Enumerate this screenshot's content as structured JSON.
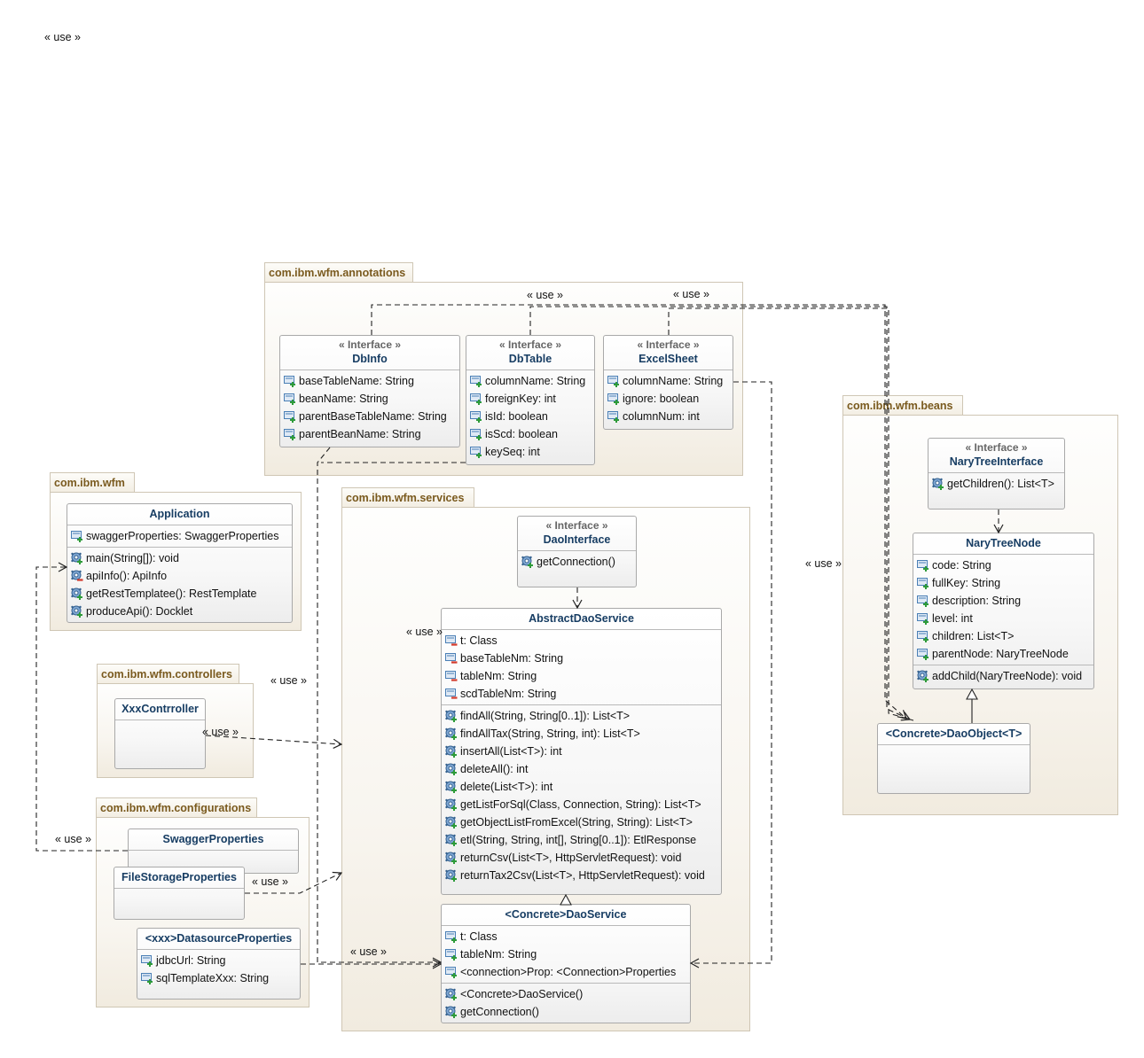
{
  "top_label": "« use »",
  "packages": {
    "annotations": "com.ibm.wfm.annotations",
    "wfm": "com.ibm.wfm",
    "controllers": "com.ibm.wfm.controllers",
    "configurations": "com.ibm.wfm.configurations",
    "services": "com.ibm.wfm.services",
    "beans": "com.ibm.wfm.beans"
  },
  "classes": {
    "dbinfo": {
      "stereotype": "« Interface »",
      "name": "DbInfo",
      "attributes": [
        "baseTableName: String",
        "beanName: String",
        "parentBaseTableName: String",
        "parentBeanName: String"
      ]
    },
    "dbtable": {
      "stereotype": "« Interface »",
      "name": "DbTable",
      "attributes": [
        "columnName: String",
        "foreignKey: int",
        "isId: boolean",
        "isScd: boolean",
        "keySeq: int"
      ]
    },
    "excelsheet": {
      "stereotype": "« Interface »",
      "name": "ExcelSheet",
      "attributes": [
        "columnName: String",
        "ignore: boolean",
        "columnNum: int"
      ]
    },
    "application": {
      "name": "Application",
      "attributes": [
        "swaggerProperties: SwaggerProperties"
      ],
      "operations": [
        "main(String[]): void",
        "apiInfo(): ApiInfo",
        "getRestTemplatee(): RestTemplate",
        "produceApi(): Docklet"
      ]
    },
    "xxxcontroller": {
      "name": "XxxContrroller"
    },
    "swagger": {
      "name": "SwaggerProperties"
    },
    "filestorage": {
      "name": "FileStorageProperties"
    },
    "datasource": {
      "name": "<xxx>DatasourceProperties",
      "attributes": [
        "jdbcUrl: String",
        "sqlTemplateXxx: String"
      ]
    },
    "daointerface": {
      "stereotype": "« Interface »",
      "name": "DaoInterface",
      "operations": [
        "getConnection()"
      ]
    },
    "abstractdao": {
      "name": "AbstractDaoService",
      "attributes": [
        "t: Class",
        "baseTableNm: String",
        "tableNm: String",
        "scdTableNm: String"
      ],
      "operations": [
        "findAll(String, String[0..1]): List<T>",
        "findAllTax(String, String, int): List<T>",
        "insertAll(List<T>): int",
        "deleteAll(): int",
        "delete(List<T>): int",
        "getListForSql(Class, Connection, String): List<T>",
        "getObjectListFromExcel(String, String): List<T>",
        "etl(String, String, int[], String[0..1]): EtlResponse",
        "returnCsv(List<T>, HttpServletRequest): void",
        "returnTax2Csv(List<T>, HttpServletRequest): void"
      ]
    },
    "concretedao": {
      "name": "<Concrete>DaoService",
      "attributes": [
        "t: Class",
        "tableNm: String",
        "<connection>Prop: <Connection>Properties"
      ],
      "operations": [
        "<Concrete>DaoService()",
        "getConnection()"
      ]
    },
    "narytreeinterface": {
      "stereotype": "« Interface »",
      "name": "NaryTreeInterface",
      "operations": [
        "getChildren(): List<T>"
      ]
    },
    "narytreenode": {
      "name": "NaryTreeNode",
      "attributes": [
        "code: String",
        "fullKey: String",
        "description: String",
        "level: int",
        "children: List<T>",
        "parentNode: NaryTreeNode"
      ],
      "operations": [
        "addChild(NaryTreeNode): void"
      ]
    },
    "concreteobj": {
      "name": "<Concrete>DaoObject<T>"
    }
  },
  "use_label": "« use »",
  "colors": {
    "package_title": "#7a5a1e",
    "class_name": "#173d63",
    "border": "#a9a9a9"
  },
  "icons": {
    "attribute_public": "field-public-icon",
    "attribute_private": "field-private-icon",
    "operation_public": "method-public-icon",
    "operation_private": "method-private-icon"
  }
}
